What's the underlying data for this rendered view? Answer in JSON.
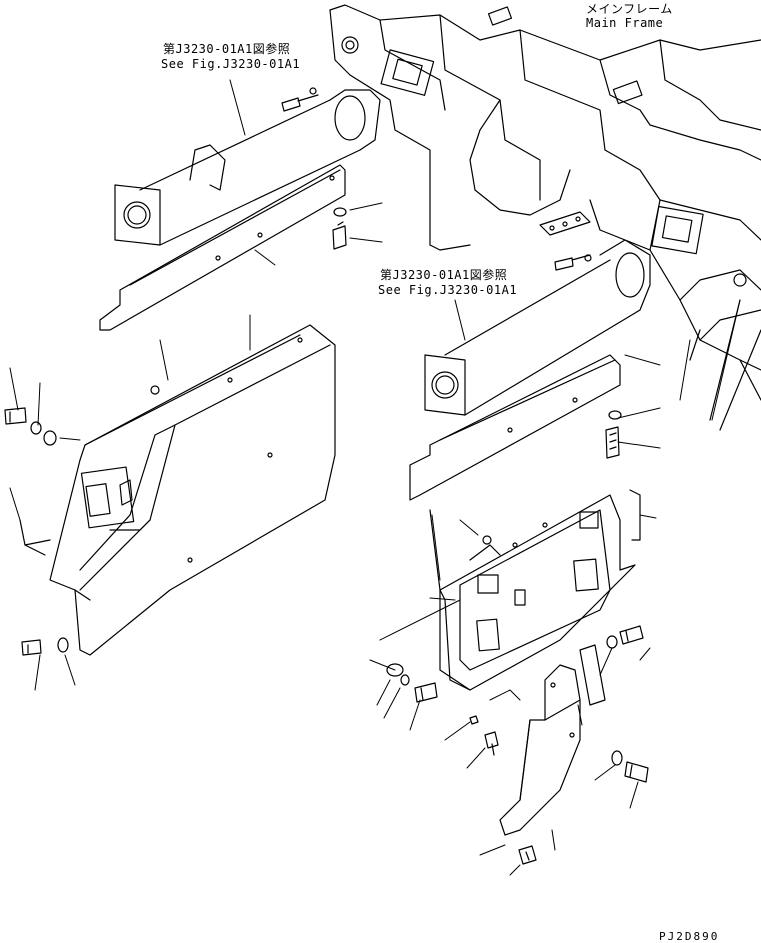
{
  "labels": {
    "ref_upper_jp": "第J3230-01A1図参照",
    "ref_upper_en": "See Fig.J3230-01A1",
    "ref_lower_jp": "第J3230-01A1図参照",
    "ref_lower_en": "See Fig.J3230-01A1",
    "main_frame_jp": "メインフレーム",
    "main_frame_en": "Main Frame",
    "drawing_code": "PJ2D890"
  }
}
